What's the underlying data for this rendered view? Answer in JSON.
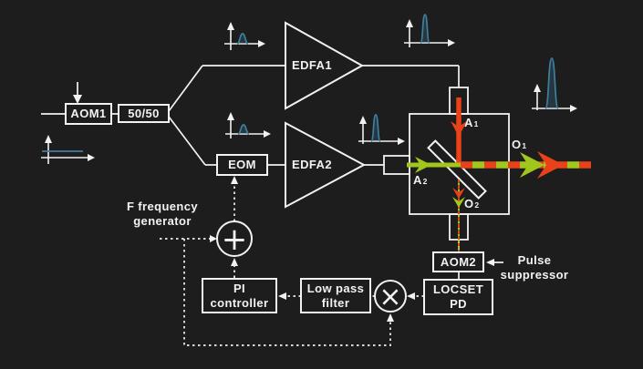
{
  "colors": {
    "bg": "#1d1d1d",
    "line": "#f2f2f2",
    "pulse": "#3e7f9e",
    "green": "#a2c71c",
    "red": "#e9421a"
  },
  "components": {
    "aom1": {
      "label": "AOM1"
    },
    "splitter": {
      "label": "50/50"
    },
    "eom": {
      "label": "EOM"
    },
    "edfa1": {
      "label": "EDFA1"
    },
    "edfa2": {
      "label": "EDFA2"
    },
    "aom2": {
      "label": "AOM2"
    },
    "locset": {
      "line1": "LOCSET",
      "line2": "PD"
    },
    "lpf": {
      "line1": "Low pass",
      "line2": "filter"
    },
    "pi": {
      "line1": "PI",
      "line2": "controller"
    },
    "fgen": {
      "line1": "F frequency",
      "line2": "generator"
    },
    "pulse_suppressor": {
      "line1": "Pulse",
      "line2": "suppressor"
    }
  },
  "beams": {
    "a1": {
      "base": "A",
      "sub": "1"
    },
    "a2": {
      "base": "A",
      "sub": "2"
    },
    "o1": {
      "base": "O",
      "sub": "1"
    },
    "o2": {
      "base": "O",
      "sub": "2"
    }
  },
  "symbols": {
    "adder": "+",
    "mixer": "×"
  }
}
